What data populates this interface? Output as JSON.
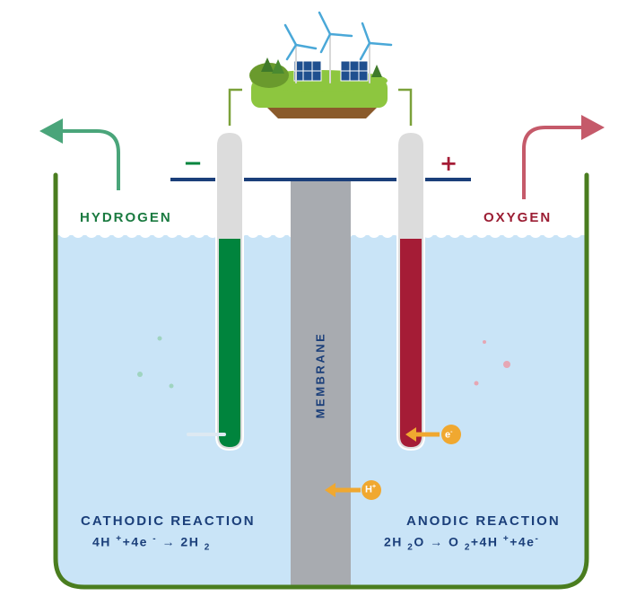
{
  "labels": {
    "hydrogen": "HYDROGEN",
    "oxygen": "OXYGEN",
    "membrane": "MEMBRANE",
    "negative": "−",
    "positive": "+"
  },
  "cathodic": {
    "title": "CATHODIC REACTION",
    "eq": {
      "p1": "4H ",
      "s1": "+",
      "p2": "+4e ",
      "s2": "-",
      "p3": " → 2H ",
      "sub1": "2"
    }
  },
  "anodic": {
    "title": "ANODIC REACTION",
    "eq": {
      "p1": "2H ",
      "sub1": "2",
      "p2": "O → O ",
      "sub2": "2",
      "p3": "+4H ",
      "s1": "+",
      "p4": "+4e",
      "s2": "-"
    }
  },
  "badges": {
    "electron": "e",
    "electron_sup": "-",
    "proton": "H",
    "proton_sup": "+"
  },
  "colors": {
    "cathode": "#00843d",
    "anode": "#a51c36",
    "hydrogen_arrow": "#4aa57a",
    "oxygen_arrow": "#c55a6a",
    "membrane": "#a8abb0",
    "tank_outline": "#4a7d1f",
    "water": "#c9e4f7",
    "wire": "#1b3f7a",
    "badge": "#f0a830"
  },
  "icons": [
    "wind-turbine-icon",
    "solar-panel-icon",
    "tree-icon",
    "floating-island-icon"
  ]
}
